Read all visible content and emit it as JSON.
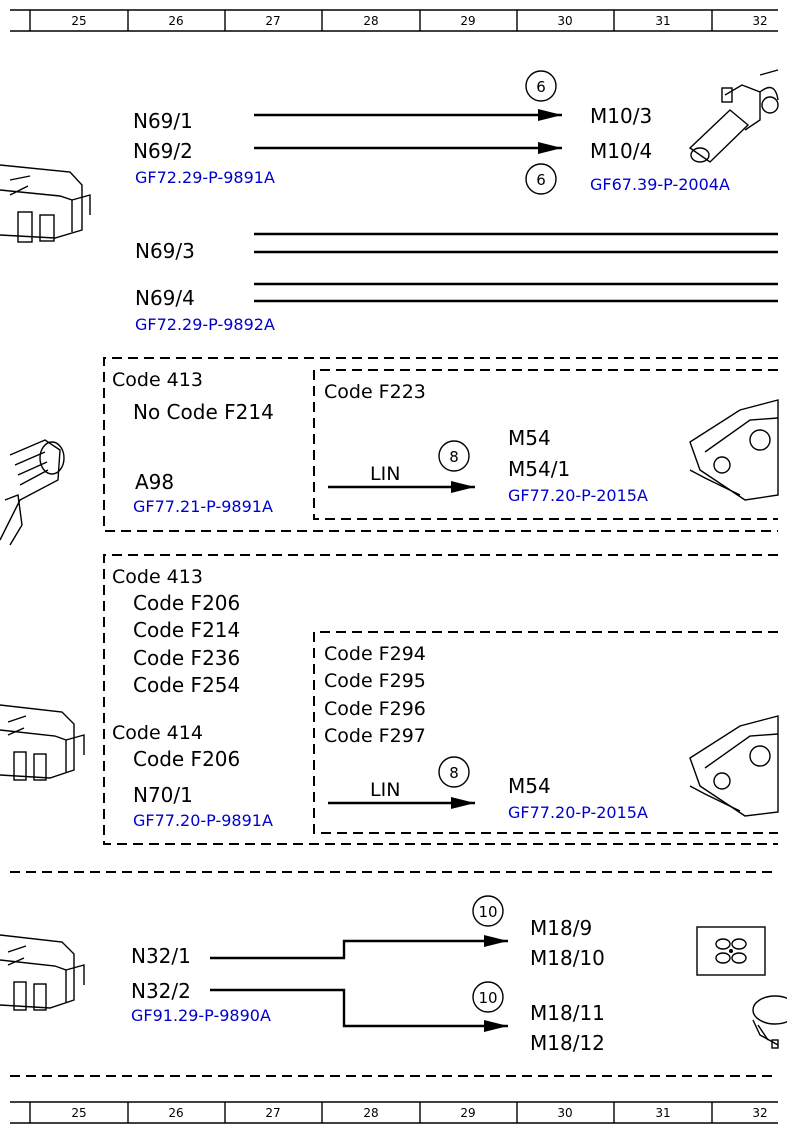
{
  "ruler": {
    "numbers": [
      "25",
      "26",
      "27",
      "28",
      "29",
      "30",
      "31",
      "32"
    ]
  },
  "section1": {
    "circle_top": "6",
    "circle_bottom": "6",
    "src1": "N69/1",
    "src2": "N69/2",
    "src_ref": "GF72.29-P-9891A",
    "dst1": "M10/3",
    "dst2": "M10/4",
    "dst_ref": "GF67.39-P-2004A",
    "src3": "N69/3",
    "src4": "N69/4",
    "src34_ref": "GF72.29-P-9892A"
  },
  "section2": {
    "code": "Code 413",
    "no_code": "No Code F214",
    "inner_code": "Code F223",
    "src": "A98",
    "src_ref": "GF77.21-P-9891A",
    "bus": "LIN",
    "circle": "8",
    "dst1": "M54",
    "dst2": "M54/1",
    "dst_ref": "GF77.20-P-2015A"
  },
  "section3": {
    "code_a": "Code 413",
    "codes_a": [
      "Code F206",
      "Code F214",
      "Code F236",
      "Code F254"
    ],
    "code_b": "Code 414",
    "codes_b": [
      "Code F206"
    ],
    "inner_codes": [
      "Code F294",
      "Code F295",
      "Code F296",
      "Code F297"
    ],
    "src": "N70/1",
    "src_ref": "GF77.20-P-9891A",
    "bus": "LIN",
    "circle": "8",
    "dst": "M54",
    "dst_ref": "GF77.20-P-2015A"
  },
  "section4": {
    "src1": "N32/1",
    "src2": "N32/2",
    "src_ref": "GF91.29-P-9890A",
    "circle1": "10",
    "circle2": "10",
    "dst1": "M18/9",
    "dst2": "M18/10",
    "dst3": "M18/11",
    "dst4": "M18/12"
  }
}
